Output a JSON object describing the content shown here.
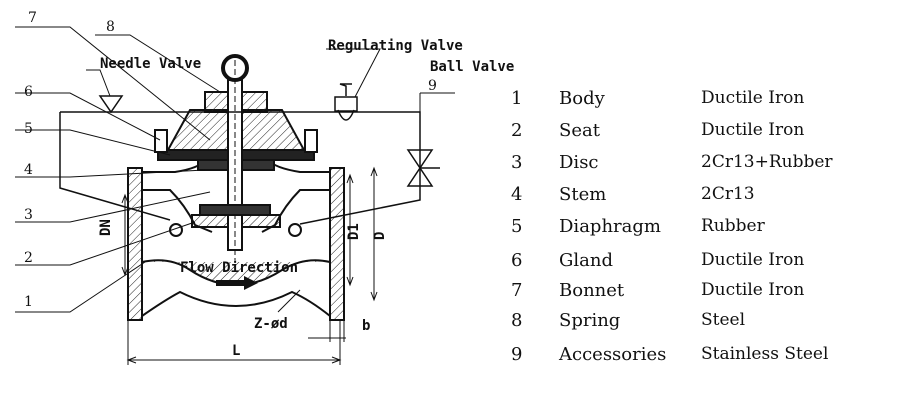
{
  "drawing": {
    "callouts": [
      "1",
      "2",
      "3",
      "4",
      "5",
      "6",
      "7",
      "8",
      "9"
    ],
    "labels": {
      "needle_valve": "Needle Valve",
      "regulating_valve": "Regulating Valve",
      "ball_valve": "Ball Valve",
      "flow_direction": "Flow Direction",
      "dn": "DN",
      "d1": "D1",
      "d": "D",
      "z_phi_d": "Z-ød",
      "b": "b",
      "l": "L"
    }
  },
  "parts": [
    {
      "num": "1",
      "name": "Body",
      "material": "Ductile Iron"
    },
    {
      "num": "2",
      "name": "Seat",
      "material": "Ductile Iron"
    },
    {
      "num": "3",
      "name": "Disc",
      "material": "2Cr13+Rubber"
    },
    {
      "num": "4",
      "name": "Stem",
      "material": "2Cr13"
    },
    {
      "num": "5",
      "name": "Diaphragm",
      "material": "Rubber"
    },
    {
      "num": "6",
      "name": "Gland",
      "material": "Ductile Iron"
    },
    {
      "num": "7",
      "name": "Bonnet",
      "material": "Ductile Iron"
    },
    {
      "num": "8",
      "name": "Spring",
      "material": "Steel"
    },
    {
      "num": "9",
      "name": "Accessories",
      "material": "Stainless Steel"
    }
  ]
}
